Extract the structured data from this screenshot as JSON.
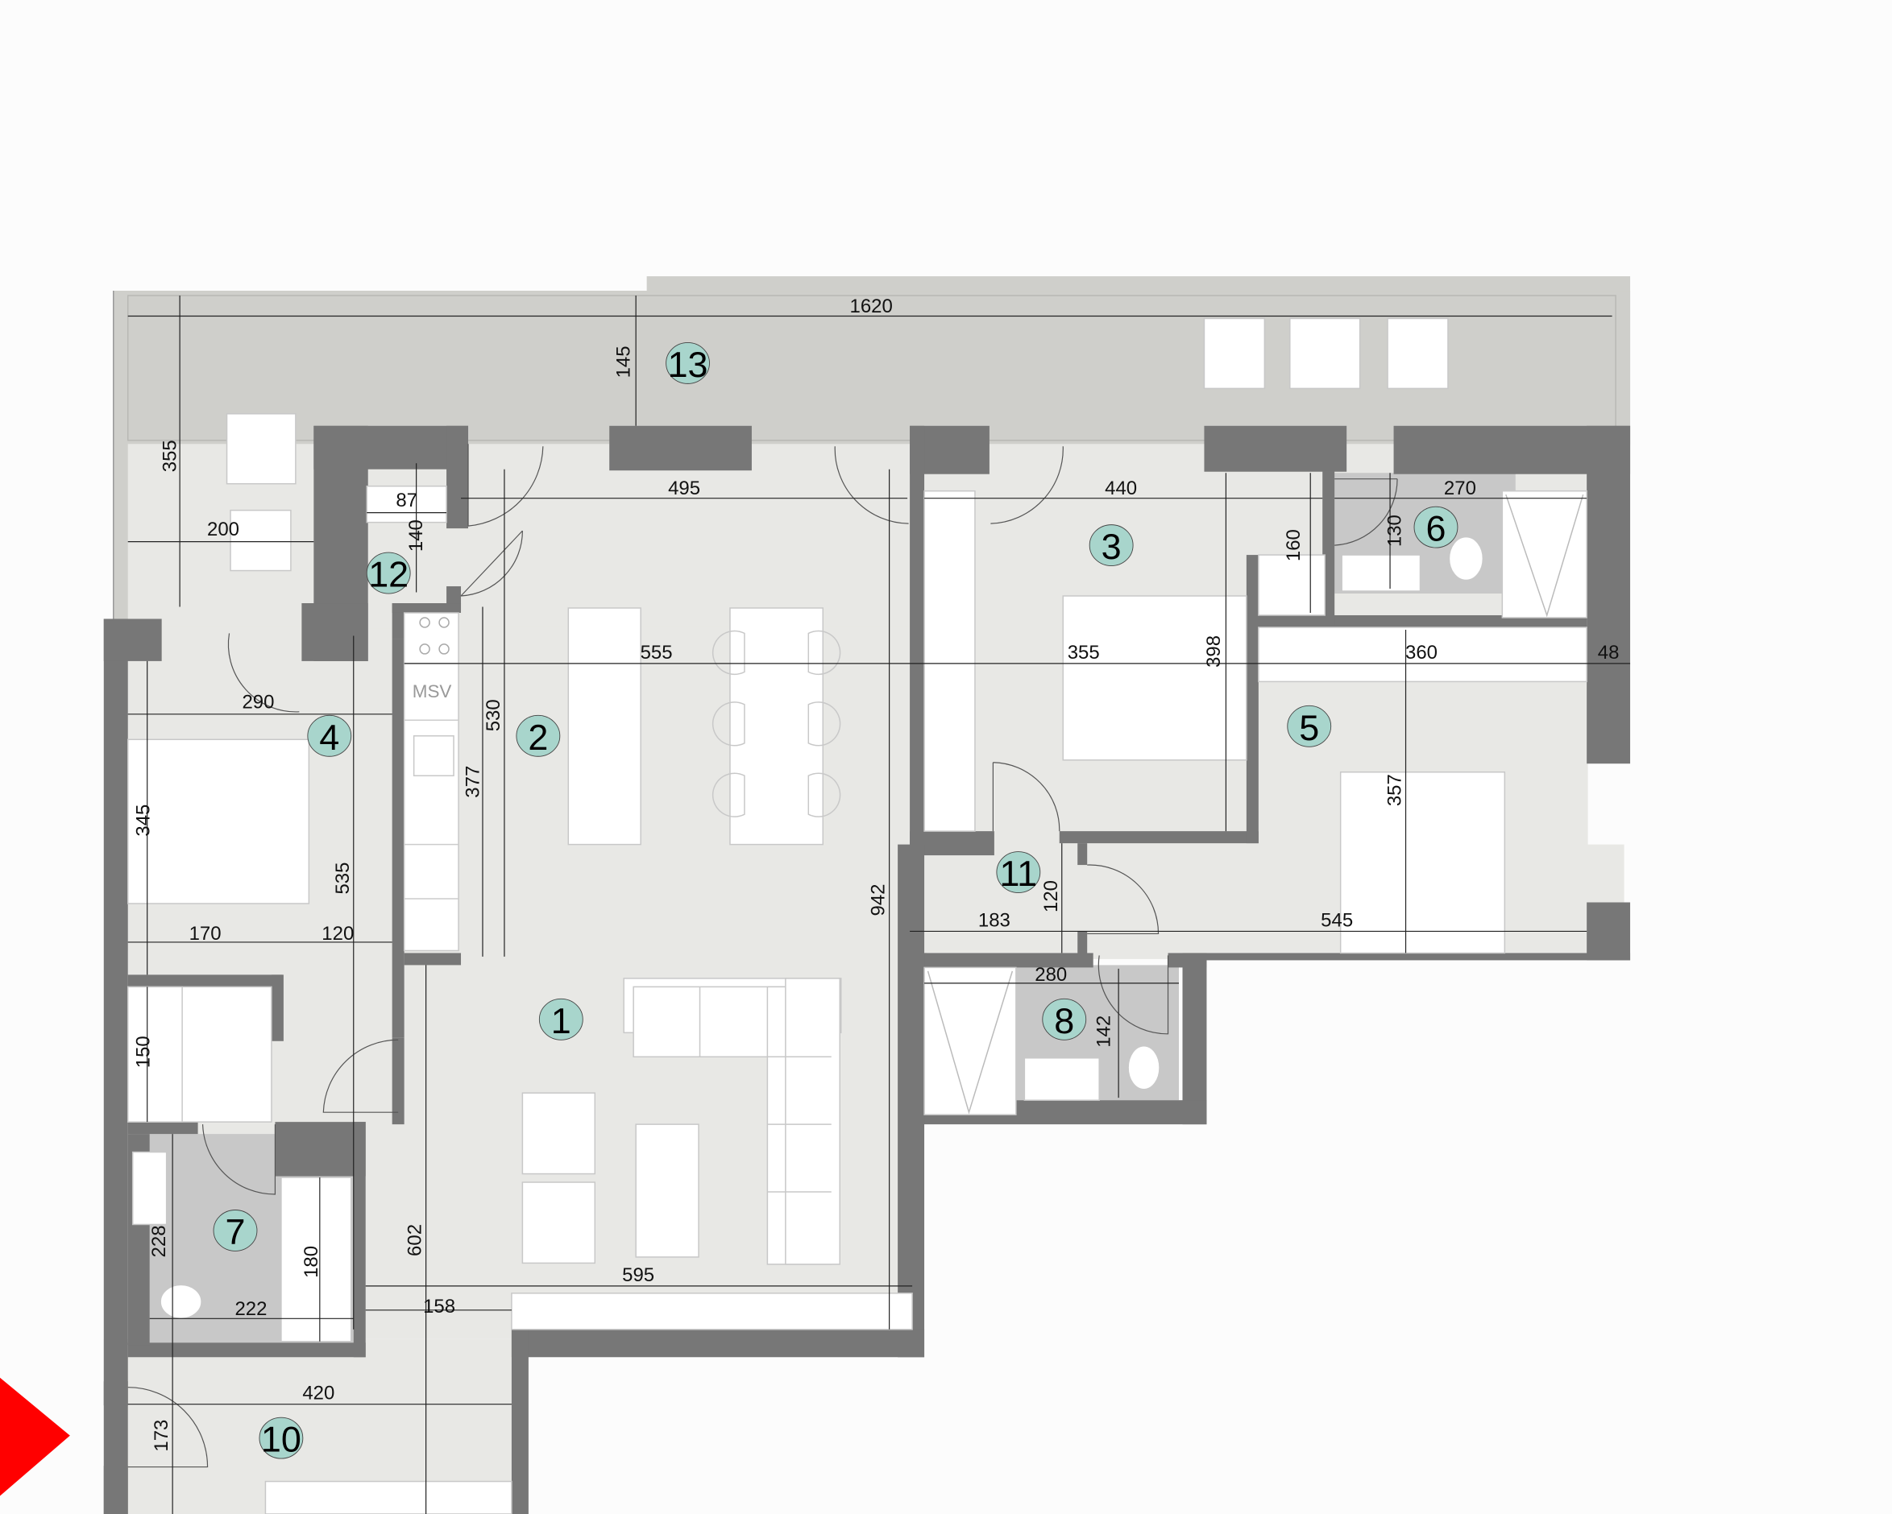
{
  "plan": {
    "colors": {
      "background": "#fcfcfc",
      "wall": "#777777",
      "terrace": "#cfcfcb",
      "floor": "#e8e8e5",
      "wet_room": "#c8c8c8",
      "furniture": "#ffffff",
      "room_badge": "#a8d5cc",
      "entry_arrow": "#ff0000"
    },
    "rooms": [
      {
        "id": "1",
        "label": "1"
      },
      {
        "id": "2",
        "label": "2"
      },
      {
        "id": "3",
        "label": "3"
      },
      {
        "id": "4",
        "label": "4"
      },
      {
        "id": "5",
        "label": "5"
      },
      {
        "id": "6",
        "label": "6"
      },
      {
        "id": "7",
        "label": "7"
      },
      {
        "id": "8",
        "label": "8"
      },
      {
        "id": "10",
        "label": "10"
      },
      {
        "id": "11",
        "label": "11"
      },
      {
        "id": "12",
        "label": "12"
      },
      {
        "id": "13",
        "label": "13"
      }
    ],
    "dimensions": {
      "terrace_width": "1620",
      "terrace_depth": "145",
      "terrace_left_depth": "355",
      "terrace_left_width": "200",
      "living_top": "495",
      "room3_width": "440",
      "bath6_width": "270",
      "bath6_depth": "130",
      "closet_depth": "160",
      "storage12_width": "87",
      "storage12_depth": "140",
      "kitchen_dining_width": "555",
      "room3_mid_width": "355",
      "room3_depth": "398",
      "room5_width": "360",
      "wall_48": "48",
      "room4_width": "290",
      "room4_depth": "345",
      "room4_total": "535",
      "kitchen_depth": "530",
      "counter_length": "377",
      "room4_split_a": "170",
      "room4_split_b": "120",
      "hall11_width": "183",
      "hall11_depth": "120",
      "room5_length": "545",
      "room5_depth": "357",
      "living_depth": "942",
      "bath8_width": "280",
      "bath8_depth": "142",
      "closet_150": "150",
      "bath7_depth": "228",
      "bath7_tub": "180",
      "bath7_width": "222",
      "living_lower": "602",
      "living_width": "595",
      "hall_158": "158",
      "entry_width": "420",
      "entry_depth": "173"
    },
    "fixtures": {
      "msv_label": "MSV"
    }
  }
}
